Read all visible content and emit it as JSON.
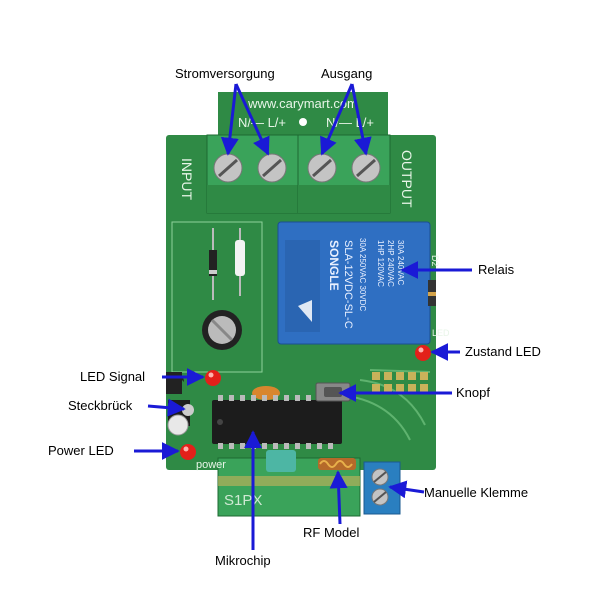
{
  "board": {
    "url": "www.carymart.com",
    "pins_left": "N/— L/+",
    "pins_right": "N/— L/+",
    "input_text": "INPUT",
    "output_text": "OUTPUT",
    "power_silk": "power",
    "module_silk": "S1PX",
    "side_silk": "D2",
    "led_silk": "LED",
    "relay": {
      "brand": "SONGLE",
      "model": "SLA-12VDC-SL-C",
      "line1": "30A 250VAC 30VDC",
      "line2": "1HP 120VAC",
      "line3": "2HP 240VAC",
      "line4": "30A 240VAC"
    }
  },
  "labels": {
    "stromversorgung": "Stromversorgung",
    "ausgang": "Ausgang",
    "relais": "Relais",
    "zustand_led": "Zustand LED",
    "led_signal": "LED Signal",
    "knopf": "Knopf",
    "steckbrueck": "Steckbrück",
    "power_led": "Power LED",
    "manuelle_klemme": "Manuelle Klemme",
    "rf_model": "RF Model",
    "mikrochip": "Mikrochip"
  },
  "colors": {
    "pcb": "#2f8a45",
    "pcb_dark": "#1d6a31",
    "terminal": "#3aa35a",
    "relay": "#2f6fc2",
    "arrow": "#1a1ad6",
    "led": "#e3201a",
    "screw_terminal_blue": "#2a7fc0"
  }
}
